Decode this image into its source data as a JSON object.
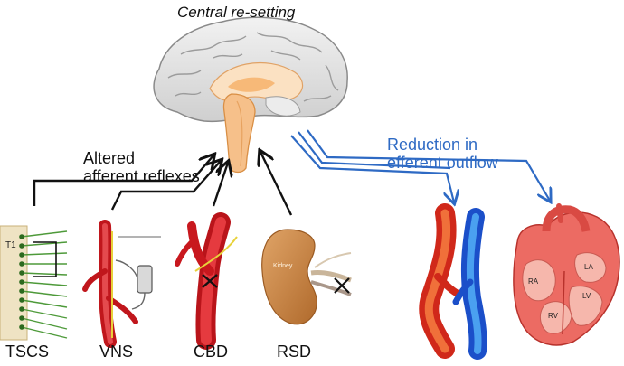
{
  "title": "Central  re-setting",
  "afferent_label": {
    "line1": "Altered",
    "line2": "afferent reflexes"
  },
  "efferent_label": {
    "line1": "Reduction in",
    "line2": "efferent outflow"
  },
  "techniques": [
    {
      "label": "TSCS",
      "marker": "T1"
    },
    {
      "label": "VNS"
    },
    {
      "label": "CBD"
    },
    {
      "label": "RSD",
      "organ_text": "Kidney"
    }
  ],
  "heart_chambers": [
    "RA",
    "LA",
    "LV",
    "RV"
  ],
  "colors": {
    "afferent_arrow": "#111111",
    "efferent_arrow": "#2e6ac4",
    "artery": "#d9262a",
    "vein": "#1f5fd6",
    "brainstem": "#f6c08a",
    "kidney": "#c9803d"
  }
}
